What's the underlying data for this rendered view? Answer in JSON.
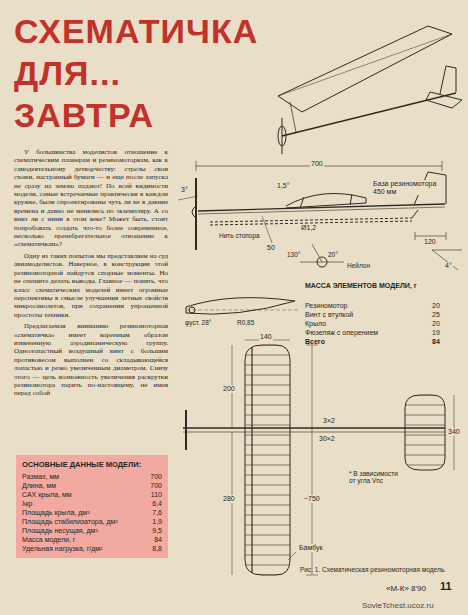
{
  "diagram": {
    "title": "СХЕМАТИЧКА ДЛЯ... ЗАВТРА",
    "caption": "Рис. 1. Схематическая резиномоторная модель.",
    "nodes": [
      {
        "text": [
          "ОСНОВНЫЕ ДАННЫЕ МОДЕЛИ:",
          "Размах, мм",
          "700",
          "Длина, мм",
          "700",
          "САХ крыла, мм",
          "110",
          "λкр",
          "6,4",
          "Площадь крыла, дм²",
          "7,6",
          "Площадь стабилизатора, дм²",
          "1,9",
          "Площадь несущая, дм²",
          "9,5",
          "Масса модели, г",
          "84",
          "Удельная нагрузка, г/дм²",
          "8,8"
        ]
      }
    ],
    "labels": [
      "У большинства моделистов отношение к схематическим планерам и резиномоторкам, как к самодеятельному детворчеству: стрелы свои схожи, настранный бумаги — и еще после запуска не сразу на землю падают! По всей видимости модели, самые встречаемые практически в каждом кружке, были спроектированы чуть ли не в давние времена и давно не менялись по экземпляру. А со вниз ли с ними в этом веке? Может быть, стоит попробовать создать что-то более современное, несколько пренебрегательное отношение к «схематичкам»?",
      "Одну из таких попыток мы представляем на суд авиамоделистов. Наверное, в конструкции этой резиномоторной найдутся спорные моменты. Но не спешите делать выводы. Главное — понять, что класс схематических моделей имеет огромные перспективы в смысле улучшения летных свойств микросамолетов, при сохранении упрощенной простоты техники.",
      "Предлагаемая вниманию резиномоторная «схематичка» имеет коренным образом измененную аэродинамическую группу. Однолопастный воздушный винт с большим противовесом выполнен со складывающейся лопастью и резко увеличенным диаметром. Снизу этого — цель возможность увеличения раскрутки резиномотора парить по-настоящему, не имея перед собой",
      "«М-К» 8'90",
      "11",
      "SovieTchest.ucoz.ru",
      "МАССА ЭЛЕМЕНТОВ МОДЕЛИ, г",
      "Резиномотор",
      "20",
      "Винт с втулкой",
      "25",
      "Крыло",
      "20",
      "Фюзеляж с оперением",
      "19",
      "Всего",
      "84",
      "700",
      "3°",
      "1,5°",
      "База резиномотора 450 мм",
      "120",
      "Нить стопора",
      "50",
      "Ø1,2",
      "130°",
      "20°",
      "Нейлон",
      "4°",
      "φуст. 28°",
      "R0,85",
      "140",
      "3×2",
      "30×2",
      "200",
      "280",
      "~750",
      "* В зависимости от угла Vпс",
      "340",
      "Бамбук"
    ]
  }
}
